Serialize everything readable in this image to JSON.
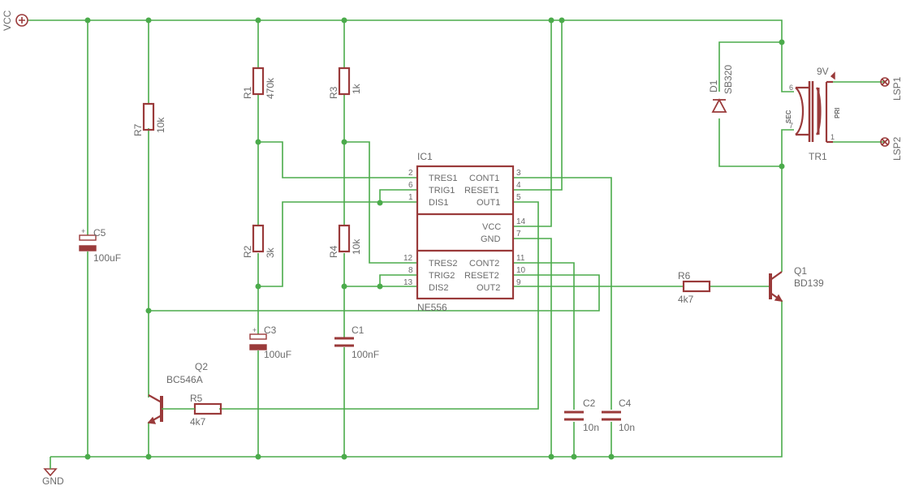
{
  "nets": {
    "vcc": "VCC",
    "gnd": "GND"
  },
  "ic1": {
    "name": "IC1",
    "value": "NE556",
    "pins_left_top": [
      {
        "num": "2",
        "label": "TRES1"
      },
      {
        "num": "6",
        "label": "TRIG1"
      },
      {
        "num": "1",
        "label": "DIS1"
      }
    ],
    "pins_right_top": [
      {
        "num": "3",
        "label": "CONT1"
      },
      {
        "num": "4",
        "label": "RESET1"
      },
      {
        "num": "5",
        "label": "OUT1"
      }
    ],
    "pins_right_mid": [
      {
        "num": "14",
        "label": "VCC"
      },
      {
        "num": "7",
        "label": "GND"
      }
    ],
    "pins_left_bot": [
      {
        "num": "12",
        "label": "TRES2"
      },
      {
        "num": "8",
        "label": "TRIG2"
      },
      {
        "num": "13",
        "label": "DIS2"
      }
    ],
    "pins_right_bot": [
      {
        "num": "11",
        "label": "CONT2"
      },
      {
        "num": "10",
        "label": "RESET2"
      },
      {
        "num": "9",
        "label": "OUT2"
      }
    ]
  },
  "resistors": [
    {
      "name": "R1",
      "value": "470k"
    },
    {
      "name": "R2",
      "value": "3k"
    },
    {
      "name": "R3",
      "value": "1k"
    },
    {
      "name": "R4",
      "value": "10k"
    },
    {
      "name": "R5",
      "value": "4k7"
    },
    {
      "name": "R6",
      "value": "4k7"
    },
    {
      "name": "R7",
      "value": "10k"
    }
  ],
  "capacitors": [
    {
      "name": "C1",
      "value": "100nF"
    },
    {
      "name": "C2",
      "value": "10n"
    },
    {
      "name": "C3",
      "value": "100uF"
    },
    {
      "name": "C4",
      "value": "10n"
    },
    {
      "name": "C5",
      "value": "100uF"
    }
  ],
  "transistors": [
    {
      "name": "Q1",
      "value": "BD139"
    },
    {
      "name": "Q2",
      "value": "BC546A"
    }
  ],
  "diode": {
    "name": "D1",
    "value": "SB320"
  },
  "transformer": {
    "name": "TR1",
    "value": "9V",
    "sec": "SEC",
    "pri": "PRI",
    "pin6": "6",
    "pin7": "7",
    "pin1": "1"
  },
  "speakers": [
    {
      "name": "LSP1"
    },
    {
      "name": "LSP2"
    }
  ],
  "colors": {
    "wire": "#4bab4b",
    "part": "#9a3a3a",
    "text": "#6b6b6b"
  }
}
